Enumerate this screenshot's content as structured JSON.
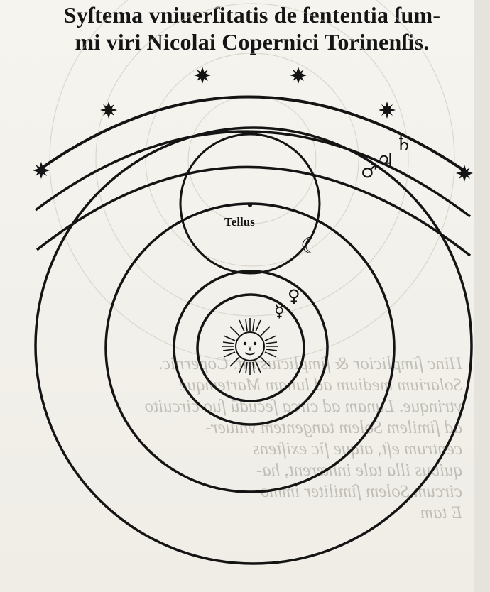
{
  "title": {
    "line1": "Syſtema vniuerſitatis de ſententia ſum-",
    "line2": "mi viri Nicolai Copernici Torinenſis."
  },
  "labels": {
    "earth": "Tellus"
  },
  "symbols": {
    "saturn": "♄",
    "jupiter": "♃",
    "mars": "♂",
    "venus": "♀",
    "mercury": "☿",
    "moon": "☾",
    "sun": "☀"
  },
  "bleed_through_text": [
    "Hinc ſimplicior & ſimplicius nit. Copernic.",
    "Solarium medium ad lunam Martemque",
    "vtrinque. Lunam ad circa ſecūdū ſuo circuito",
    "ad ſimilem Solem tangentem vniuer-",
    "centrum eſt, atque ſic exiſtens",
    "quibus illa tale inhærent, ha-",
    "circum Solem ſimiliter immo-",
    "E tam"
  ],
  "colors": {
    "ink": "#141414",
    "paper": "#f4f2ec",
    "faint": "#bdb9b0"
  }
}
